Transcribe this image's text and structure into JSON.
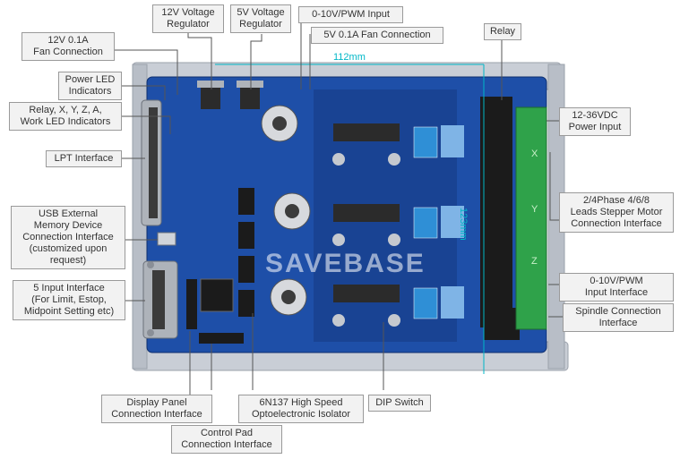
{
  "labels": {
    "reg12": "12V Voltage\nRegulator",
    "reg5": "5V Voltage\nRegulator",
    "pwm_input_top": "0-10V/PWM Input",
    "fan5": "5V 0.1A Fan Connection",
    "fan12": "12V 0.1A\nFan Connection",
    "power_led": "Power LED\nIndicators",
    "relay_led": "Relay, X, Y, Z, A,\nWork LED Indicators",
    "lpt": "LPT Interface",
    "usb": "USB External\nMemory Device\nConnection Interface\n(customized upon\nrequest)",
    "inputs": "5 Input Interface\n(For Limit, Estop,\nMidpoint Setting etc)",
    "relay": "Relay",
    "power_input": "12-36VDC\nPower Input",
    "stepper": "2/4Phase 4/6/8\nLeads Stepper Motor\nConnection Interface",
    "pwm_input_right": "0-10V/PWM\nInput Interface",
    "spindle": "Spindle Connection\nInterface",
    "display": "Display Panel\nConnection Interface",
    "isolator": "6N137 High Speed\nOptoelectronic Isolator",
    "dip": "DIP Switch",
    "control_pad": "Control Pad\nConnection Interface"
  },
  "dimensions": {
    "width": "112mm",
    "height": "123mm"
  },
  "axes": {
    "x": "X",
    "y": "Y",
    "z": "Z"
  },
  "watermark": "SAVEBASE",
  "colors": {
    "pcb": "#1e4fa8",
    "pcb_dark": "#163c86",
    "terminal": "#2fa24a",
    "dimension": "#00b7c7",
    "heatsink": "#c9ced6"
  }
}
